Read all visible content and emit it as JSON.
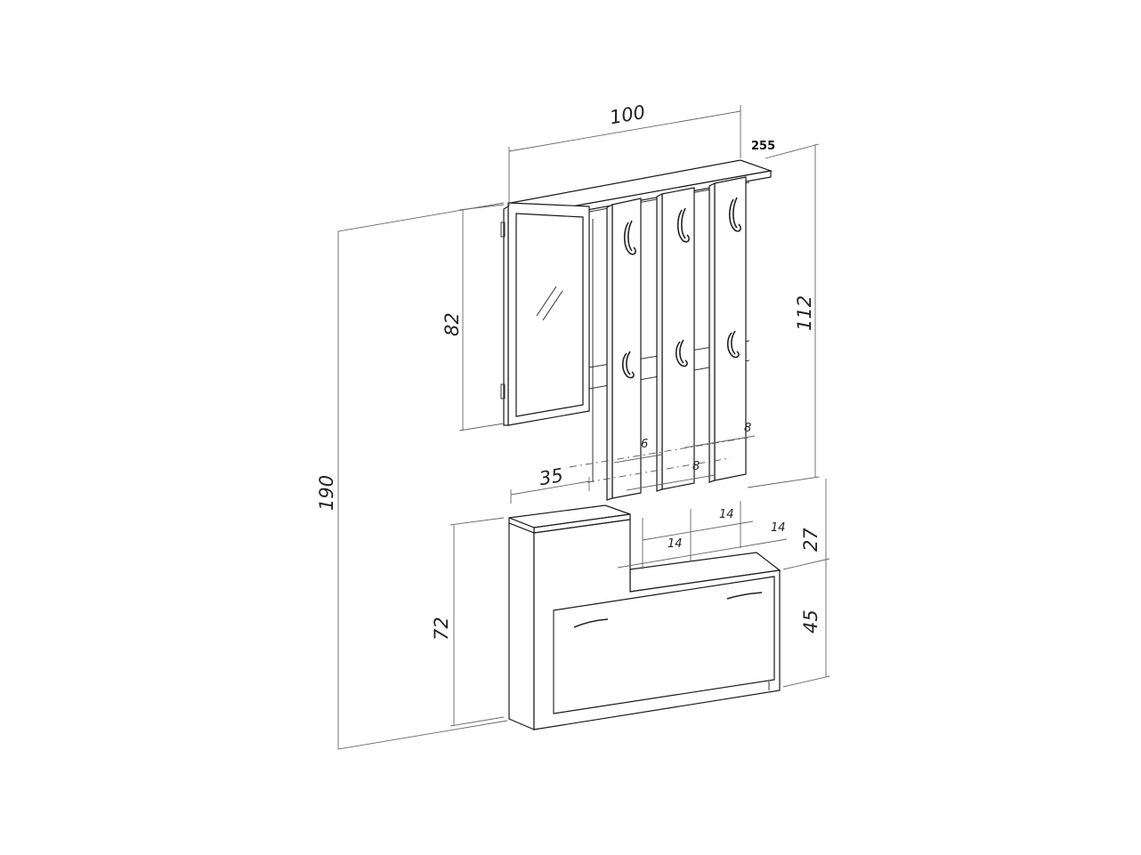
{
  "dimensions": {
    "width_top": "100",
    "depth_top": "255",
    "height_total": "190",
    "height_mirror": "82",
    "height_panels": "112",
    "width_side": "35",
    "height_cabinet": "72",
    "height_upper_gap": "27",
    "height_lower_cabinet": "45",
    "gap_6": "6",
    "gap_8a": "8",
    "gap_8b": "8",
    "panel_14a": "14",
    "panel_14b": "14",
    "panel_14c": "14"
  },
  "colors": {
    "line": "#1a1a1a",
    "dimension": "#666666",
    "background": "#ffffff"
  }
}
